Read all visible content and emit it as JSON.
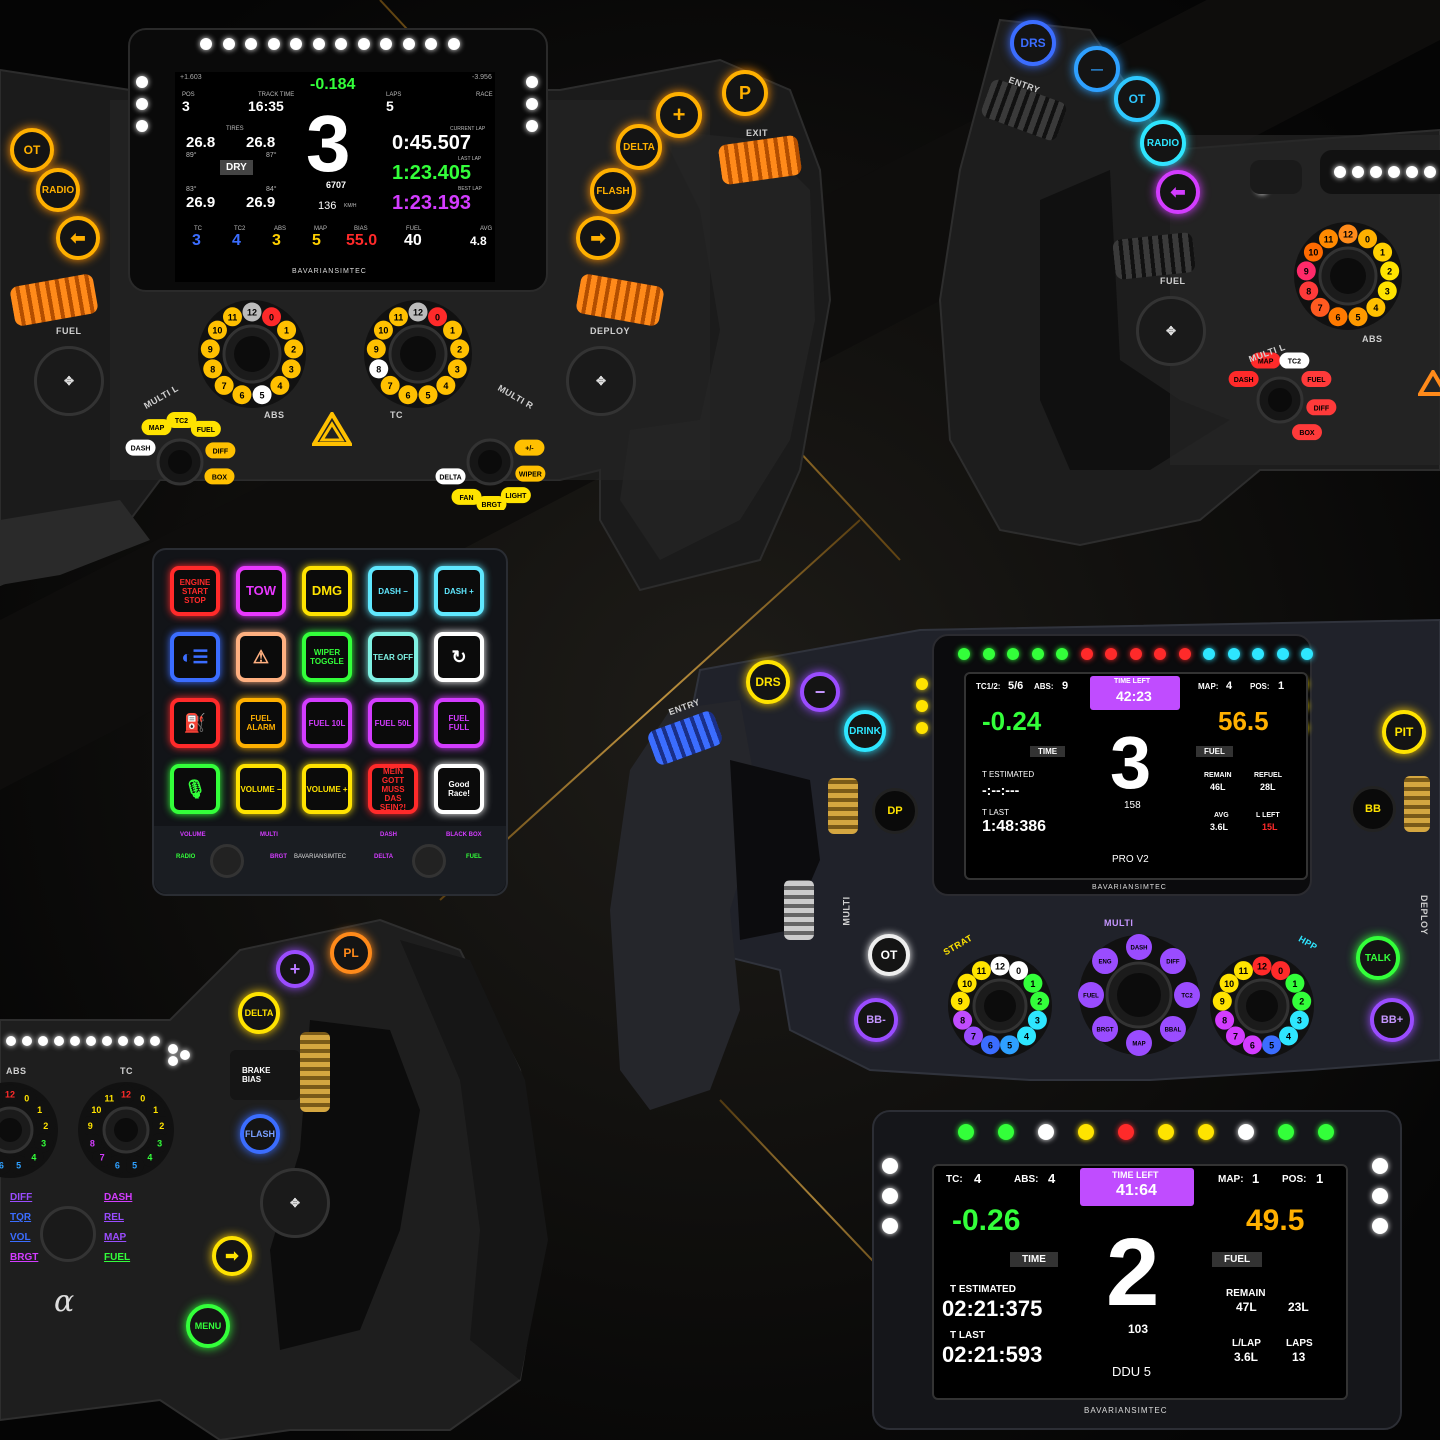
{
  "colors": {
    "gold": "#c8a03a",
    "orange": "#ff8a1a",
    "yellow": "#ffd000",
    "green": "#33ff3a",
    "magenta": "#d33cff",
    "cyan": "#2ee6ff",
    "blue": "#3b6dff",
    "red": "#ff2a2a",
    "purple": "#9a4cff"
  },
  "wheel1": {
    "screen": {
      "left_top": "+1.603",
      "right_top": "-3.956",
      "delta": "-0.184",
      "pos_label": "POS",
      "pos_value": "3",
      "track_time_label": "TRACK TIME",
      "track_time_value": "16:35",
      "laps_label": "LAPS",
      "laps_value": "5",
      "race_label": "RACE",
      "tires_label": "TIRES",
      "tire_fl": "26.8",
      "tire_fr": "26.8",
      "tire_rl": "26.9",
      "tire_rr": "26.9",
      "temp_fl": "89°",
      "temp_fr": "87°",
      "temp_rl": "83°",
      "temp_rr": "84°",
      "dry_label": "DRY",
      "gear": "3",
      "rpm": "6707",
      "speed": "136",
      "speed_unit": "KM/H",
      "current_lap_label": "CURRENT LAP",
      "current_lap": "0:45.507",
      "last_lap_label": "LAST LAP",
      "last_lap": "1:23.405",
      "best_lap_label": "BEST LAP",
      "best_lap": "1:23.193",
      "tc_label": "TC",
      "tc_value": "3",
      "tc2_label": "TC2",
      "tc2_value": "4",
      "abs_label": "ABS",
      "abs_value": "3",
      "map_label": "MAP",
      "map_value": "5",
      "bias_label": "BIAS",
      "bias_value": "55.0",
      "fuel_label": "FUEL",
      "fuel_value": "40",
      "avg_label": "AVG",
      "avg_value": "4.8",
      "brand": "BAVARIANSIMTEC"
    },
    "buttons": {
      "ot": "OT",
      "radio": "RADIO",
      "delta": "DELTA",
      "flash": "FLASH",
      "plus": "+",
      "pit": "P"
    },
    "labels": {
      "fuel": "FUEL",
      "deploy": "DEPLOY",
      "exit": "EXIT",
      "multi_l": "MULTI L",
      "multi_r": "MULTI R",
      "abs": "ABS",
      "tc": "TC"
    },
    "multi_l_items": [
      "DASH",
      "MAP",
      "TC2",
      "FUEL",
      "DIFF",
      "BOX"
    ],
    "multi_r_items": [
      "DELTA",
      "FAN",
      "BRGT",
      "LIGHT",
      "WIPER",
      "+/-"
    ],
    "dial_numbers": [
      "12",
      "0",
      "1",
      "2",
      "3",
      "4",
      "5",
      "6",
      "7",
      "8",
      "9",
      "10",
      "11"
    ]
  },
  "wheel2": {
    "buttons": {
      "drs": "DRS",
      "minus": "—",
      "ot": "OT",
      "radio": "RADIO"
    },
    "labels": {
      "entry": "ENTRY",
      "fuel": "FUEL",
      "multi_l": "MULTI L",
      "abs": "ABS"
    },
    "multi_items": [
      "DASH",
      "MAP",
      "TC2",
      "FUEL",
      "DIFF",
      "BOX"
    ]
  },
  "buttonbox": {
    "rows": [
      [
        {
          "label": "ENGINE START STOP",
          "color": "#ff2a2a"
        },
        {
          "label": "TOW",
          "color": "#e838ff"
        },
        {
          "label": "DMG",
          "color": "#ffe300"
        },
        {
          "label": "DASH −",
          "color": "#5fe8ff"
        },
        {
          "label": "DASH +",
          "color": "#5fe8ff"
        }
      ],
      [
        {
          "label": "",
          "icon": "headlight-icon",
          "color": "#3b6dff"
        },
        {
          "label": "",
          "icon": "hazard-icon",
          "color": "#ffb080"
        },
        {
          "label": "WIPER TOGGLE",
          "color": "#33ff3a"
        },
        {
          "label": "TEAR OFF",
          "color": "#7ff2e4"
        },
        {
          "label": "",
          "icon": "reset-icon",
          "color": "#ffffff"
        }
      ],
      [
        {
          "label": "",
          "icon": "no-fuel-icon",
          "color": "#ff2a2a"
        },
        {
          "label": "FUEL ALARM",
          "color": "#ffb000"
        },
        {
          "label": "FUEL 10L",
          "color": "#d33cff"
        },
        {
          "label": "FUEL 50L",
          "color": "#d33cff"
        },
        {
          "label": "FUEL FULL",
          "color": "#d33cff"
        }
      ],
      [
        {
          "label": "",
          "icon": "microphone-icon",
          "color": "#33ff3a"
        },
        {
          "label": "VOLUME −",
          "color": "#ffe300"
        },
        {
          "label": "VOLUME +",
          "color": "#ffe300"
        },
        {
          "label": "MEIN GOTT MUSS DAS SEIN?!",
          "color": "#ff2a2a"
        },
        {
          "label": "Good Race!",
          "color": "#ffffff"
        }
      ]
    ],
    "footer": {
      "volume": "VOLUME",
      "multi": "MULTI",
      "dash": "DASH",
      "black_box": "BLACK BOX",
      "radio": "RADIO",
      "brgt": "BRGT",
      "delta": "DELTA",
      "fuel": "FUEL",
      "brand": "BAVARIANSIMTEC"
    }
  },
  "wheel3": {
    "buttons": {
      "plus": "+",
      "pl": "PL",
      "delta": "DELTA",
      "flash": "FLASH",
      "menu": "MENU"
    },
    "labels": {
      "brake_bias": "BRAKE BIAS",
      "abs": "ABS",
      "tc": "TC"
    },
    "left_items": [
      "DIFF",
      "TQR",
      "VOL",
      "BRGT"
    ],
    "right_items": [
      "DASH",
      "REL",
      "MAP",
      "FUEL"
    ],
    "logo": "α"
  },
  "wheel4": {
    "screen": {
      "tc_label": "TC1/2:",
      "tc_value": "5/6",
      "abs_label": "ABS:",
      "abs_value": "9",
      "time_left_label": "TIME LEFT",
      "time_left": "42:23",
      "map_label": "MAP:",
      "map_value": "4",
      "pos_label": "POS:",
      "pos_value": "1",
      "delta": "-0.24",
      "fuel_big": "56.5",
      "time_label": "TIME",
      "fuel_label": "FUEL",
      "gear": "3",
      "speed": "158",
      "t_estimated_label": "T ESTIMATED",
      "t_estimated": "-:--:---",
      "t_last_label": "T LAST",
      "t_last": "1:48:386",
      "remain_label": "REMAIN",
      "remain": "46L",
      "refuel_label": "REFUEL",
      "refuel": "28L",
      "avg_label": "AVG",
      "avg": "3.6L",
      "l_left_label": "L LEFT",
      "l_left": "15L",
      "model": "PRO V2",
      "brand": "BAVARIANSIMTEC"
    },
    "buttons": {
      "drs": "DRS",
      "minus": "−",
      "drink": "DRINK",
      "dp": "DP",
      "ot": "OT",
      "bb_minus": "BB-",
      "pit": "PIT",
      "bb": "BB",
      "talk": "TALK",
      "bb_plus": "BB+"
    },
    "labels": {
      "entry": "ENTRY",
      "multi_side": "MULTI",
      "strat": "STRAT",
      "multi": "MULTI",
      "hpp": "HPP",
      "deploy": "DEPLOY"
    },
    "left_dial": [
      "12",
      "0",
      "1",
      "2",
      "3",
      "4",
      "5",
      "6",
      "7",
      "8",
      "9",
      "10",
      "11"
    ],
    "right_dial": [
      "12",
      "0",
      "1",
      "2",
      "3",
      "4",
      "5",
      "6",
      "7",
      "8",
      "9",
      "10",
      "11"
    ],
    "multi_ring": [
      "DASH",
      "DIFF",
      "TC2",
      "BBAL",
      "MAP",
      "BRGT",
      "FUEL",
      "ENG"
    ]
  },
  "ddu": {
    "tc_label": "TC:",
    "tc_value": "4",
    "abs_label": "ABS:",
    "abs_value": "4",
    "time_left_label": "TIME LEFT",
    "time_left": "41:64",
    "map_label": "MAP:",
    "map_value": "1",
    "pos_label": "POS:",
    "pos_value": "1",
    "delta": "-0.26",
    "fuel_big": "49.5",
    "time_label": "TIME",
    "fuel_label": "FUEL",
    "gear": "2",
    "speed": "103",
    "t_estimated_label": "T ESTIMATED",
    "t_estimated": "02:21:375",
    "t_last_label": "T LAST",
    "t_last": "02:21:593",
    "remain_label": "REMAIN",
    "remain": "47L",
    "refuel": "23L",
    "l_lap_label": "L/LAP",
    "l_lap": "3.6L",
    "laps_label": "LAPS",
    "laps": "13",
    "model": "DDU 5",
    "brand": "BAVARIANSIMTEC"
  }
}
